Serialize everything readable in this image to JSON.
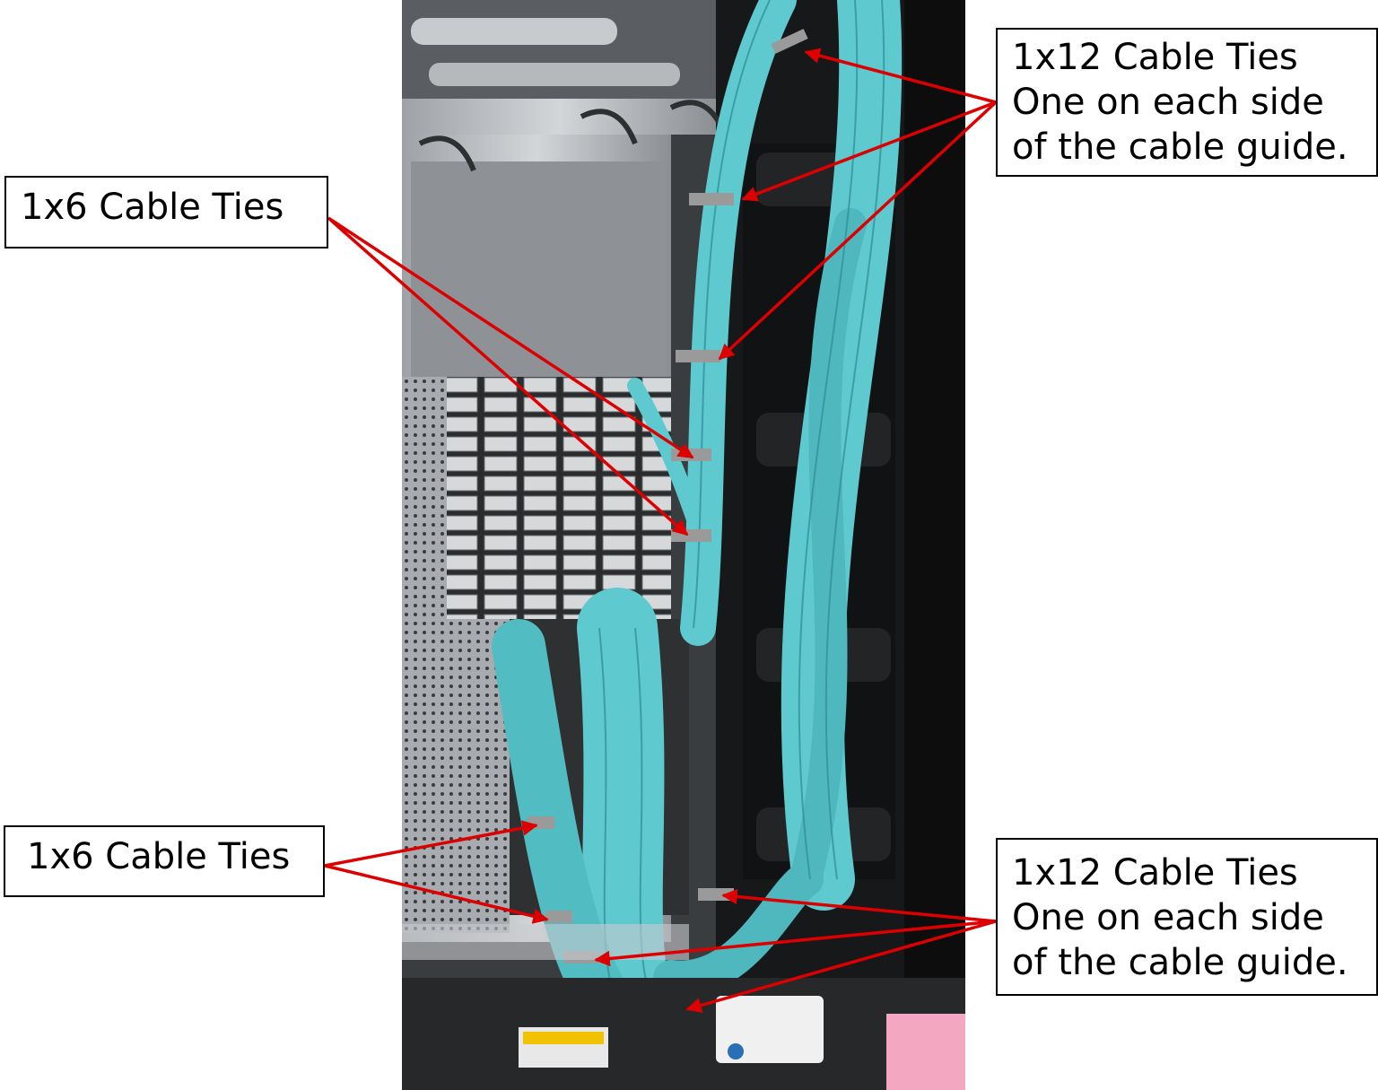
{
  "callouts": {
    "top_left": {
      "line1": "1x6 Cable Ties"
    },
    "top_right": {
      "line1": "1x12 Cable Ties",
      "line2": "One on each side",
      "line3": "of the cable guide."
    },
    "bottom_left": {
      "line1": "1x6 Cable Ties"
    },
    "bottom_right": {
      "line1": "1x12 Cable Ties",
      "line2": "One on each side",
      "line3": "of the cable guide."
    }
  },
  "colors": {
    "arrow": "#dd0000",
    "cable": "#5ec9cf",
    "rack": "#1b1b1b",
    "chassis": "#b4b8bc",
    "cable_tie": "#9a9a9a"
  },
  "photo": {
    "subject": "rack-with-fiber-cables"
  }
}
